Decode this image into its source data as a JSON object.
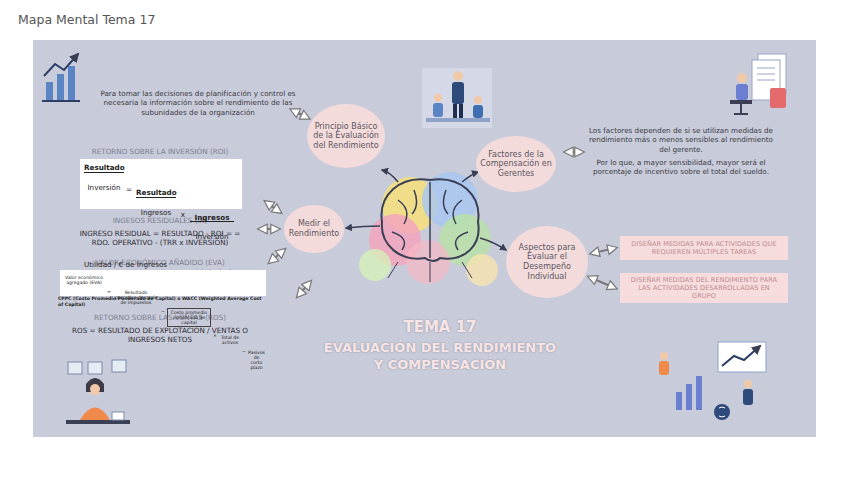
{
  "diagram": {
    "title": "Mapa Mental Tema 17",
    "nodes": [
      {
        "text": [
          "Principio Básico de la Evaluación del Rendimiento"
        ]
      },
      {
        "text": [
          "Factores de la Compensación en Gerentes"
        ]
      },
      {
        "text": [
          "Medir el Rendimiento"
        ]
      },
      {
        "text": [
          "Aspectos para Evaluar el Desempeño Individual"
        ]
      },
      {
        "text": [
          "DISEÑAR MEDIDAS PARA ACTIVIDADES QUE REQUIEREN MÚLTIPLES TAREAS"
        ]
      },
      {
        "text": [
          "DISEÑAR MEDIDAS DEL RENDIMIENTO PARA LAS ACTIVIDADES DESARROLLADAS EN GRUPO"
        ]
      },
      {
        "text": [
          "Resultado",
          "Inversión",
          "=",
          "Resultado",
          "Ingresos",
          "x",
          "Ingresos",
          "Inversión",
          "Utilidad / € de Ingresos",
          "Ingresos / € de Activos"
        ]
      },
      {
        "text": [
          "Valor económico agregado (EVA)",
          "=",
          "Resultado operativo después de impuestos",
          "−",
          "Costo promedio ponderado de capital",
          "×",
          "Total de activos",
          "−",
          "Pasivos de corto plazo"
        ]
      }
    ],
    "edges": [
      {
        "from": 3,
        "to": 4,
        "arrow": "both"
      },
      {
        "from": 3,
        "to": 5,
        "arrow": "both"
      }
    ],
    "labels": [
      "Para tomar las decisiones de planificación y control es necesaria la información sobre el rendimiento de las subunidades de la organización",
      "Los factores dependen de si se utilizan medidas de rendimiento más o menos sensibles al rendimiento del gerente.",
      "Por lo que, a mayor sensibilidad, mayor será el porcentaje de incentivo sobre el total del sueldo.",
      "RETORNO SOBRE LA INVERSIÓN (ROI)",
      "INGESOS RESIDUALES (IR)",
      "INGRESO RESIDUAL = RESULTADO - ROI = = RDO. OPERATIVO - (TRR x INVERSIÓN)",
      "VALOR ECONÓMICO AÑADIDO (EVA)",
      "CPPC (Costo Promedio Ponderado de Capital) o WACC (Weighted Average Cost of Capital)",
      "RETORNO SOBRE LAS VENTAS (ROS)",
      "ROS = RESULTADO DE EXPLOTACIÓN / VENTAS O INGRESOS NETOS",
      "TEMA 17",
      "EVALUACIÓN DEL RENDIMIENTO Y COMPENSACIÓN"
    ]
  }
}
